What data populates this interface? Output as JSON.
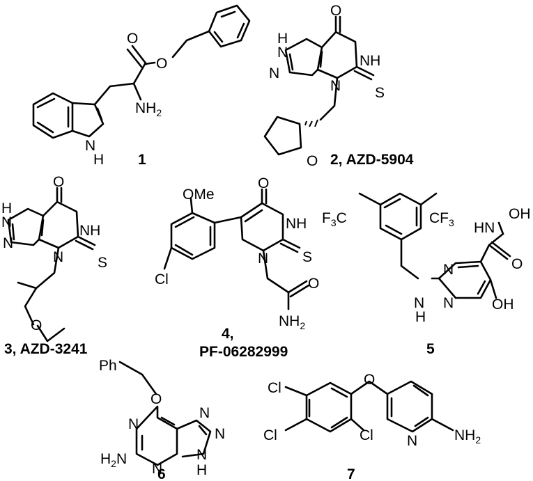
{
  "atoms": {
    "O": "O",
    "NH": "NH",
    "HN": "HN",
    "N": "N",
    "H": "H",
    "S": "S",
    "Cl": "Cl",
    "OH": "OH",
    "OMe": "OMe",
    "Ph": "Ph",
    "NH2": "NH",
    "H2N": "H",
    "F3C": "F",
    "CF3": "CF",
    "sub2": "2",
    "sub3": "3",
    "N_H_tail": "H",
    "N_amide": "N"
  },
  "compounds": [
    {
      "number": "1",
      "label": "1"
    },
    {
      "number": "2",
      "label": "2,  AZD-5904"
    },
    {
      "number": "3",
      "label": "3, AZD-3241"
    },
    {
      "number": "4",
      "label_line1": "4,",
      "label_line2": "PF-06282999"
    },
    {
      "number": "5",
      "label": "5"
    },
    {
      "number": "6",
      "label": "6"
    },
    {
      "number": "7",
      "label": "7"
    }
  ]
}
